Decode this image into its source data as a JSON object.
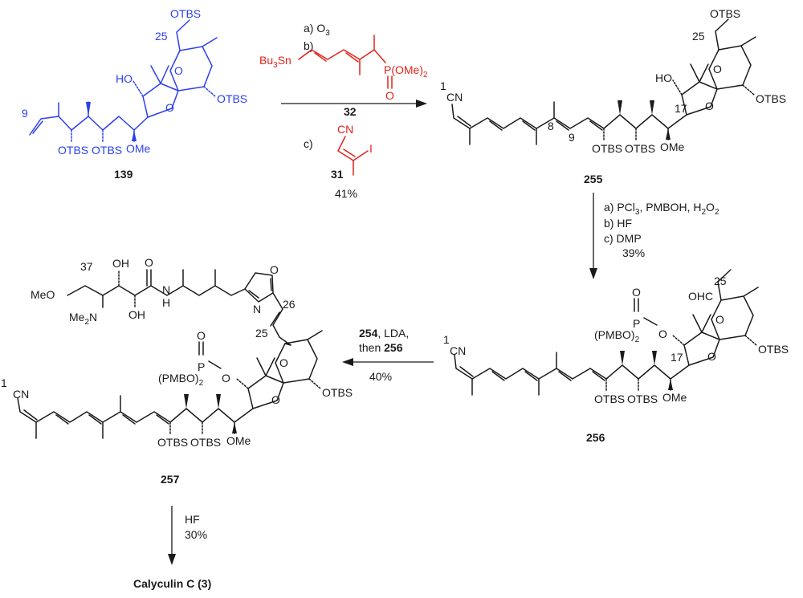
{
  "compounds": {
    "c139": {
      "number": "139",
      "atoms": {
        "c9": "9",
        "c25": "25",
        "otbs_top": "OTBS",
        "ho": "HO",
        "otbs_right": "OTBS",
        "otbs1": "OTBS",
        "otbs2": "OTBS",
        "ome": "OMe",
        "o_ring1": "O",
        "o_ring2": "O"
      }
    },
    "c255": {
      "number": "255",
      "atoms": {
        "c1": "1",
        "cn": "CN",
        "c8": "8",
        "c9": "9",
        "c17": "17",
        "c25": "25",
        "otbs_top": "OTBS",
        "ho": "HO",
        "otbs_right": "OTBS",
        "otbs1": "OTBS",
        "otbs2": "OTBS",
        "ome": "OMe",
        "o_ring1": "O",
        "o_ring2": "O"
      }
    },
    "c256": {
      "number": "256",
      "atoms": {
        "c1": "1",
        "cn": "CN",
        "c17": "17",
        "c25": "25",
        "ohc": "OHC",
        "pmbo": "(PMBO)",
        "sub2": "2",
        "p": "P",
        "o_dbl": "O",
        "o_link": "O",
        "otbs_right": "OTBS",
        "otbs1": "OTBS",
        "otbs2": "OTBS",
        "ome": "OMe",
        "o_ring1": "O",
        "o_ring2": "O"
      }
    },
    "c257": {
      "number": "257",
      "atoms": {
        "c1": "1",
        "cn": "CN",
        "c25": "25",
        "c26": "26",
        "c37": "37",
        "meo": "MeO",
        "me2n": "Me",
        "sub_n2": "2",
        "n": "N",
        "oh1": "OH",
        "oh2": "OH",
        "amide_o": "O",
        "amide_nh": "H",
        "amide_n": "N",
        "ox_o": "O",
        "ox_n": "N",
        "pmbo": "(PMBO)",
        "sub2": "2",
        "p": "P",
        "o_dbl": "O",
        "o_link": "O",
        "otbs_right": "OTBS",
        "otbs1": "OTBS",
        "otbs2": "OTBS",
        "ome": "OMe",
        "o_ring1": "O",
        "o_ring2": "O"
      }
    },
    "c32": {
      "number": "32",
      "atoms": {
        "bu3sn": "Bu",
        "sub3": "3",
        "sn": "Sn",
        "p": "P(OMe)",
        "sub2": "2",
        "o": "O"
      }
    },
    "c31": {
      "number": "31",
      "atoms": {
        "cn": "CN",
        "i": "I"
      }
    }
  },
  "step1": {
    "a": "a) O",
    "a_sub": "3",
    "b": "b)",
    "c": "c)",
    "yield": "41%"
  },
  "step2": {
    "a": "a) PCl",
    "a_sub": "3",
    "a_rest": ", PMBOH, H",
    "a_sub2": "2",
    "a_rest2": "O",
    "a_sub3": "2",
    "b": "b) HF",
    "c": "c) DMP",
    "yield": "39%"
  },
  "step3": {
    "reagent_num": "254",
    "reagent_rest": ", LDA,",
    "then": "then ",
    "then_num": "256",
    "yield": "40%"
  },
  "step4": {
    "reagent": "HF",
    "yield": "30%"
  },
  "product": {
    "name": "Calyculin C (",
    "num": "3",
    "close": ")"
  }
}
